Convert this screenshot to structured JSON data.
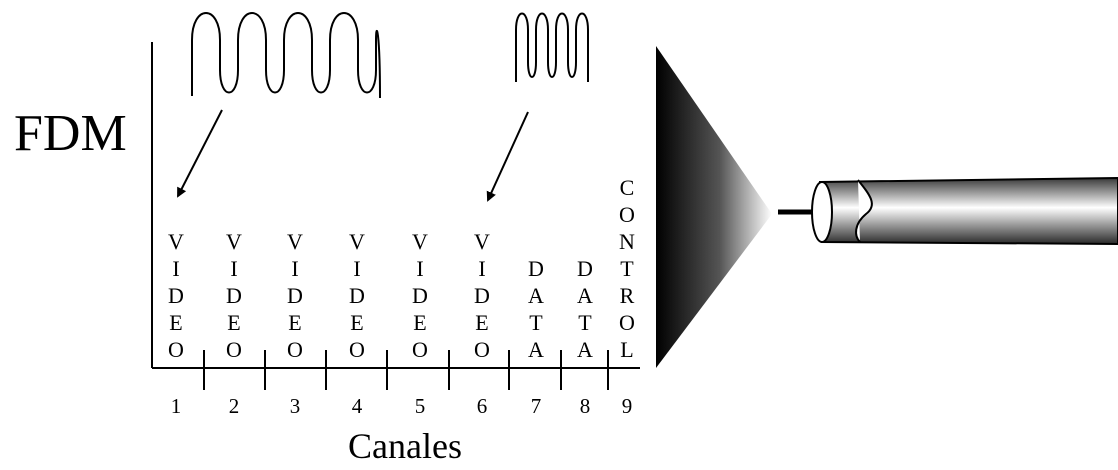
{
  "title": "FDM",
  "xlabel": "Canales",
  "channels": [
    {
      "number": "1",
      "label": "VIDEO"
    },
    {
      "number": "2",
      "label": "VIDEO"
    },
    {
      "number": "3",
      "label": "VIDEO"
    },
    {
      "number": "4",
      "label": "VIDEO"
    },
    {
      "number": "5",
      "label": "VIDEO"
    },
    {
      "number": "6",
      "label": "VIDEO"
    },
    {
      "number": "7",
      "label": "DATA"
    },
    {
      "number": "8",
      "label": "DATA"
    },
    {
      "number": "9",
      "label": "CONTROL"
    }
  ],
  "colors": {
    "ink": "#000000",
    "funnel_dark": "#000000",
    "funnel_light": "#ffffff",
    "cable_dark": "#3a3a3a"
  }
}
